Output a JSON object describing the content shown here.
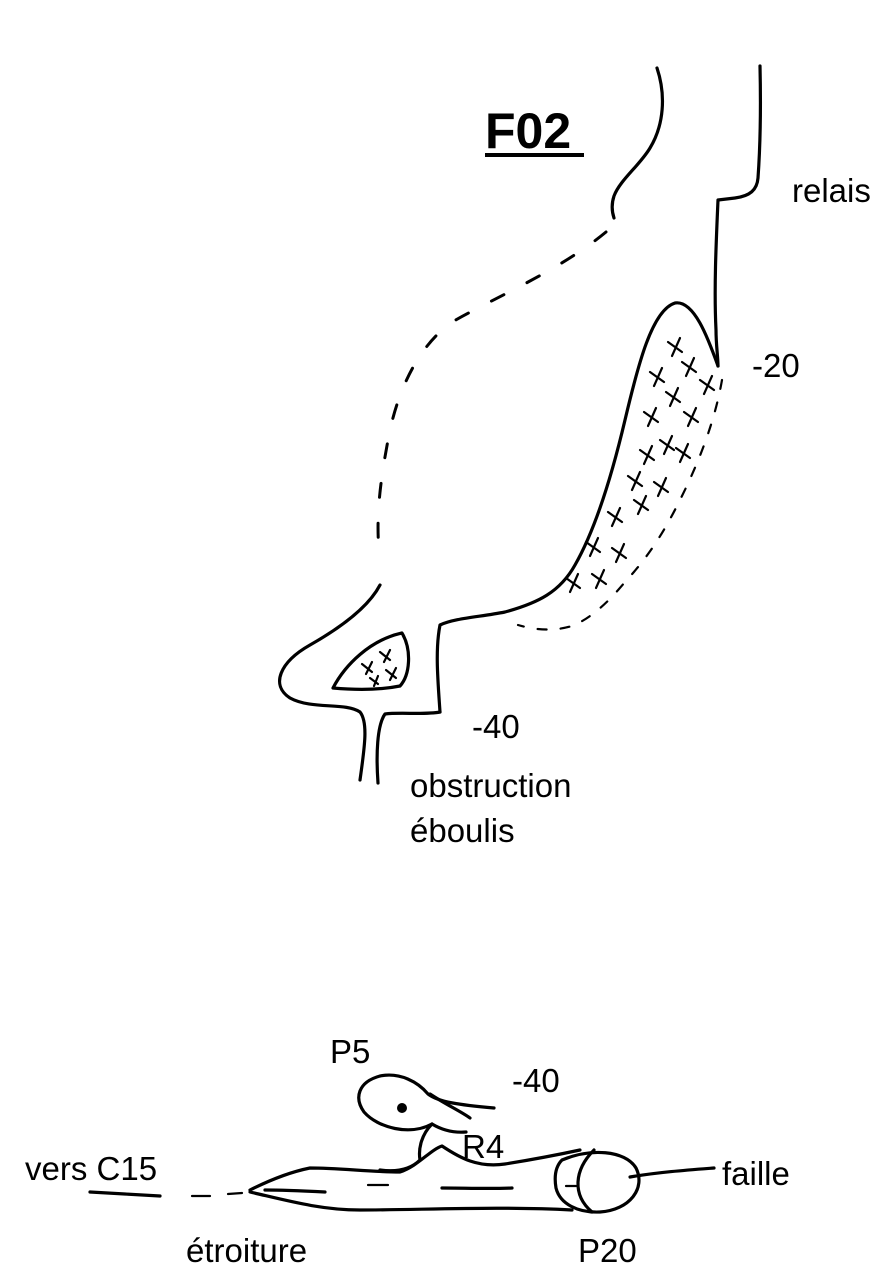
{
  "title": "F02",
  "profile": {
    "labels": {
      "relais": "relais",
      "depth_20": "-20",
      "depth_40": "-40",
      "obstruction_line1": "obstruction",
      "obstruction_line2": "éboulis"
    }
  },
  "plan": {
    "labels": {
      "p5": "P5",
      "depth_40": "-40",
      "r4": "R4",
      "vers_c15": "vers C15",
      "faille": "faille",
      "etroiture": "étroiture",
      "p20": "P20"
    }
  }
}
